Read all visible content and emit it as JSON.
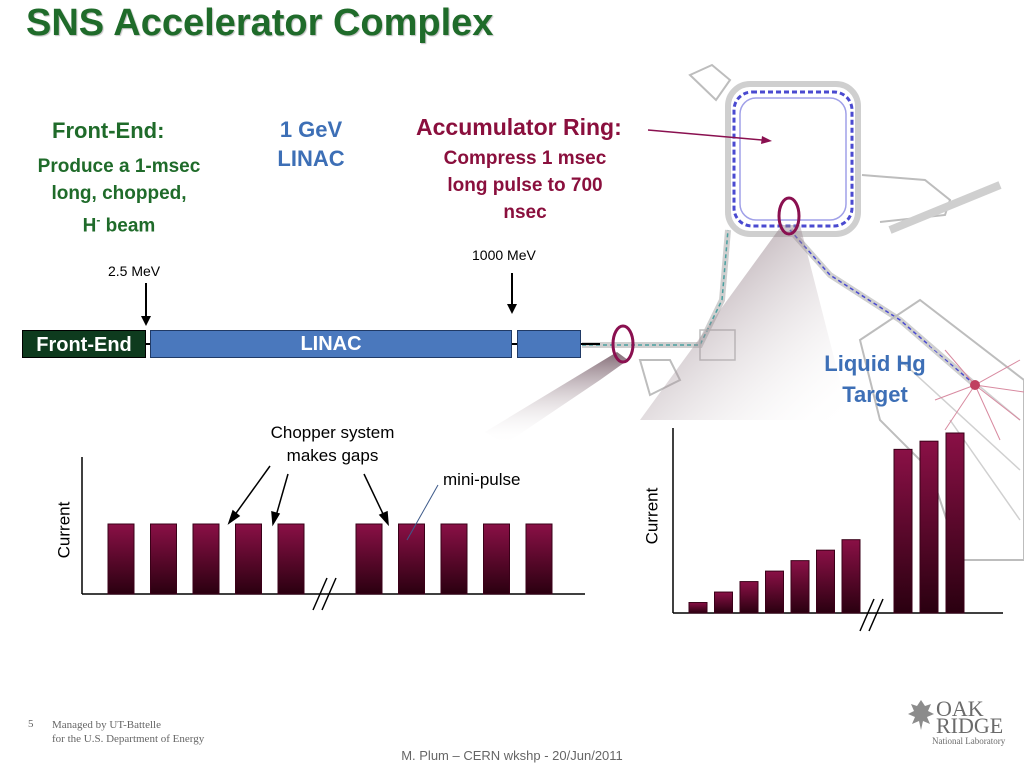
{
  "title": "SNS Accelerator Complex",
  "front_end": {
    "heading": "Front-End:",
    "line1": "Produce a 1-msec",
    "line2": "long, chopped,",
    "line3_prefix": "H",
    "line3_sup": "-",
    "line3_suffix": " beam",
    "box_label": "Front-End",
    "energy": "2.5 MeV"
  },
  "linac": {
    "heading_line1": "1 GeV",
    "heading_line2": "LINAC",
    "box_label": "LINAC",
    "energy": "1000 MeV"
  },
  "ring": {
    "heading": "Accumulator Ring:",
    "line1": "Compress 1 msec",
    "line2": "long pulse to 700",
    "line3": "nsec"
  },
  "target": {
    "line1": "Liquid Hg",
    "line2": "Target"
  },
  "chopper": {
    "line1": "Chopper system",
    "line2": "makes gaps"
  },
  "mini_pulse_label": "mini-pulse",
  "plot_left": {
    "ylabel": "Current",
    "pulses_before_break": 5,
    "pulses_after_break": 5
  },
  "plot_right": {
    "ylabel": "Current",
    "ramp_levels": [
      1,
      2,
      3,
      4,
      5,
      6,
      7
    ],
    "after_break_levels": [
      20,
      21,
      22
    ]
  },
  "colors": {
    "title_green": "#1f6b2a",
    "accent_blue": "#3d6fb6",
    "maroon": "#8a0f3d",
    "pulse_top": "#8a1046",
    "pulse_bottom": "#2a0010",
    "front_end_box": "#0e3b1e",
    "linac_box": "#4a78bd"
  },
  "footer": {
    "slide_number": "5",
    "managed_line1": "Managed by UT-Battelle",
    "managed_line2": "for the U.S. Department of Energy",
    "credit": "M. Plum – CERN wkshp - 20/Jun/2011",
    "logo_line1": "OAK",
    "logo_line2": "RIDGE",
    "logo_line3": "National Laboratory"
  }
}
